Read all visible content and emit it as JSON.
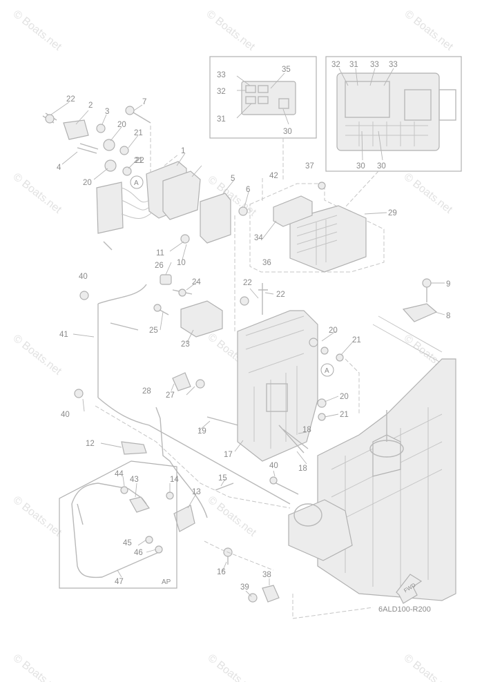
{
  "callouts": [
    "22",
    "2",
    "3",
    "7",
    "20",
    "21",
    "1",
    "4",
    "22",
    "20",
    "21",
    "5",
    "6",
    "11",
    "10",
    "33",
    "35",
    "32",
    "31",
    "30",
    "32",
    "31",
    "33",
    "33",
    "30",
    "30",
    "42",
    "37",
    "29",
    "34",
    "36",
    "40",
    "26",
    "24",
    "22",
    "22",
    "9",
    "8",
    "41",
    "25",
    "23",
    "20",
    "21",
    "28",
    "27",
    "19",
    "40",
    "12",
    "17",
    "18",
    "18",
    "20",
    "21",
    "44",
    "43",
    "14",
    "13",
    "15",
    "40",
    "45",
    "46",
    "47",
    "16",
    "38",
    "39"
  ],
  "ref_marks": [
    "A",
    "A"
  ],
  "box_labels": {
    "ap": "AP",
    "fwd": "FWD"
  },
  "diagram_code": "6ALD100-R200",
  "watermark": "© Boats.net"
}
